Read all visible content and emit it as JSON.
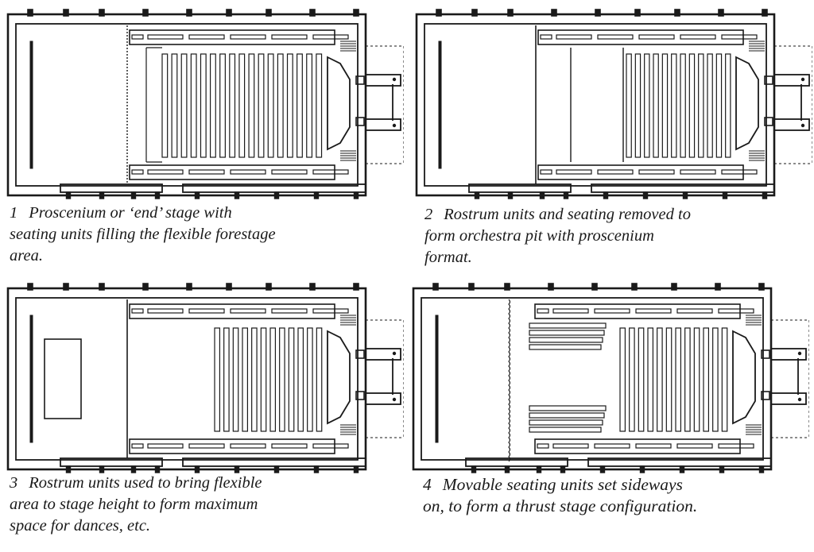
{
  "figures": [
    {
      "number": "1",
      "caption_lines": [
        "Proscenium or ‘end’ stage with",
        "seating units filling the flexible forestage",
        "area."
      ],
      "config": "proscenium-end"
    },
    {
      "number": "2",
      "caption_lines": [
        "Rostrum units and seating removed to",
        "form orchestra pit with proscenium",
        "format."
      ],
      "config": "orchestra-pit"
    },
    {
      "number": "3",
      "caption_lines": [
        "Rostrum units used to bring flexible",
        "area to stage height to form maximum",
        "space for dances, etc."
      ],
      "config": "flat-floor"
    },
    {
      "number": "4",
      "caption_lines": [
        "Movable seating units set sideways",
        "on, to form a thrust stage configuration."
      ],
      "config": "thrust"
    }
  ],
  "colors": {
    "ink": "#1a1a1a",
    "paper": "#ffffff"
  }
}
